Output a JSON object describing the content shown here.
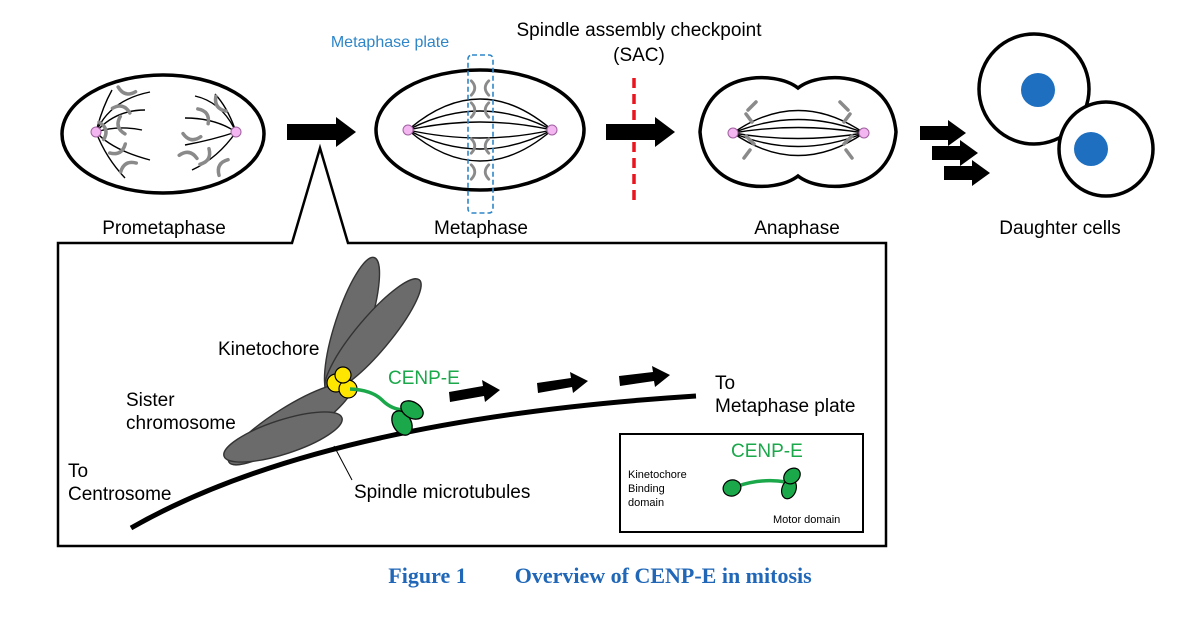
{
  "stages": {
    "prometaphase": "Prometaphase",
    "metaphase": "Metaphase",
    "anaphase": "Anaphase",
    "daughter_cells": "Daughter cells"
  },
  "annotations": {
    "metaphase_plate": "Metaphase plate",
    "sac_line1": "Spindle assembly checkpoint",
    "sac_line2": "(SAC)"
  },
  "detail": {
    "kinetochore": "Kinetochore",
    "sister_line1": "Sister",
    "sister_line2": "chromosome",
    "cenp_e": "CENP-E",
    "to_plate_line1": "To",
    "to_plate_line2": "Metaphase plate",
    "to_centrosome_line1": "To",
    "to_centrosome_line2": "Centrosome",
    "spindle_microtubules": "Spindle microtubules"
  },
  "legend": {
    "title": "CENP-E",
    "binding_line1": "Kinetochore",
    "binding_line2": "Binding",
    "binding_line3": "domain",
    "motor_domain": "Motor domain"
  },
  "caption": {
    "number": "Figure 1",
    "title": "Overview of CENP-E in mitosis"
  },
  "colors": {
    "cenp_e_green": "#1aa84a",
    "kinetochore_yellow": "#ffe600",
    "sac_red": "#e8141e",
    "nucleus_blue": "#1e6fc0",
    "centrosome_pink": "#f4b6f0",
    "caption_blue": "#2067b8",
    "chromosome_gray": "#6b6b6b"
  }
}
